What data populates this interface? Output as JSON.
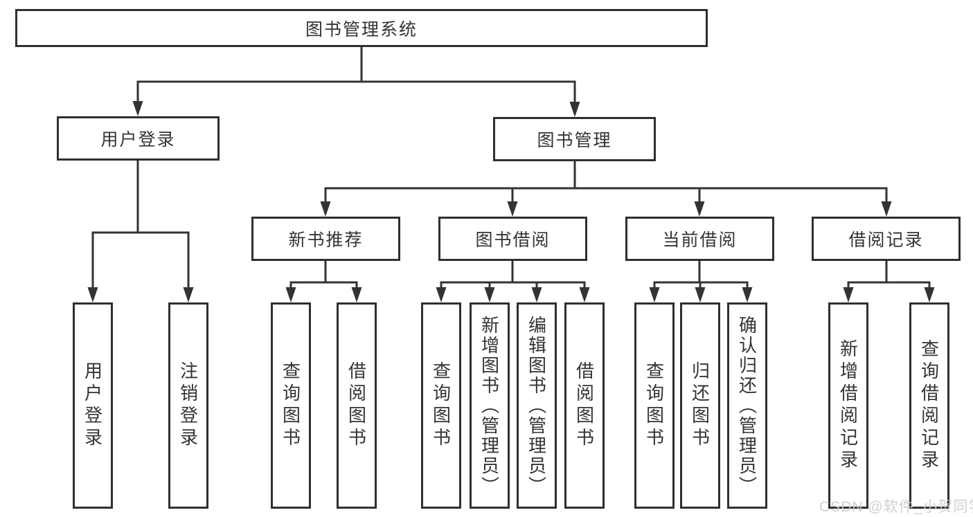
{
  "tree": {
    "root": {
      "label": "图书管理系统"
    },
    "level2": [
      {
        "label": "用户登录",
        "children": [
          {
            "label": "用户登录"
          },
          {
            "label": "注销登录"
          }
        ]
      },
      {
        "label": "图书管理",
        "children": [
          {
            "label": "新书推荐",
            "children": [
              {
                "label": "查询图书"
              },
              {
                "label": "借阅图书"
              }
            ]
          },
          {
            "label": "图书借阅",
            "children": [
              {
                "label": "查询图书"
              },
              {
                "label": "新增图书（管理员）"
              },
              {
                "label": "编辑图书（管理员）"
              },
              {
                "label": "借阅图书"
              }
            ]
          },
          {
            "label": "当前借阅",
            "children": [
              {
                "label": "查询图书"
              },
              {
                "label": "归还图书"
              },
              {
                "label": "确认归还（管理员）"
              }
            ]
          },
          {
            "label": "借阅记录",
            "children": [
              {
                "label": "新增借阅记录"
              },
              {
                "label": "查询借阅记录"
              }
            ]
          }
        ]
      }
    ]
  },
  "watermark": {
    "text": "CSDN @软件_小贺同学"
  },
  "colors": {
    "line": "#333333",
    "border": "#2f2f2f",
    "text": "#333333",
    "background": "#ffffff",
    "watermark": "#c9cdd3"
  }
}
